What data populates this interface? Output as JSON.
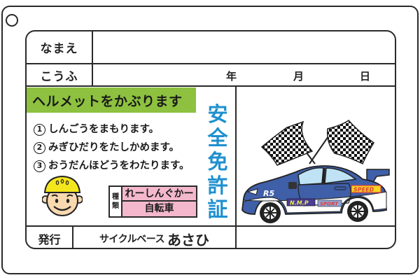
{
  "card": {
    "name_row": {
      "label": "なまえ",
      "value": ""
    },
    "address_row": {
      "label": "こうふ",
      "year_unit": "年",
      "month_unit": "月",
      "day_unit": "日"
    },
    "banner": {
      "text": "ヘルメットをかぶります",
      "color": "#8dc13f"
    },
    "rules": [
      {
        "num": "1",
        "text": "しんごうをまもります。"
      },
      {
        "num": "2",
        "text": "みぎひだりをたしかめます。"
      },
      {
        "num": "3",
        "text": "おうだんほどうをわたります。"
      }
    ],
    "title_vertical": [
      "安",
      "全",
      "免",
      "許",
      "証"
    ],
    "title_color": "#1e90d0",
    "license_type": {
      "label_chars": [
        "種",
        "類"
      ],
      "type_name": "れーしんぐかー",
      "vehicle": "自転車",
      "cell_color": "#f4b8cc"
    },
    "issuer": {
      "label": "発行",
      "prefix": "サイクルベース",
      "name": "あさひ"
    },
    "illustration": {
      "car_number": "R5",
      "sponsor_1": "N.M.P",
      "sponsor_2": "SPORT",
      "sponsor_3": "SPEED",
      "car_color": "#3f5fa8"
    }
  }
}
